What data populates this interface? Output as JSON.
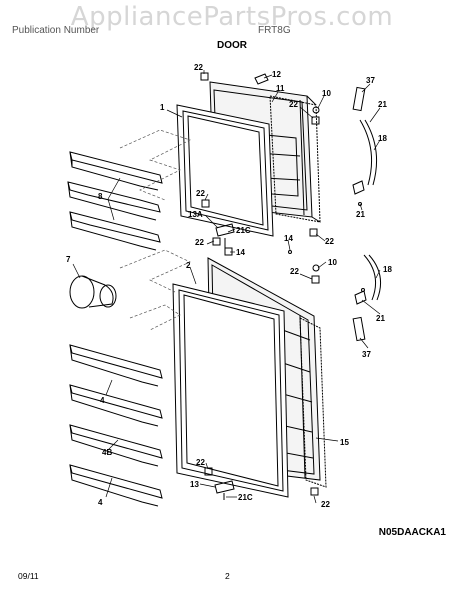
{
  "watermark": "AppliancePartsPros.com",
  "header": {
    "publication": "Publication Number",
    "model": "FRT8G"
  },
  "section_title": "DOOR",
  "callouts": [
    "22",
    "12",
    "11",
    "1",
    "22",
    "10",
    "37",
    "21",
    "18",
    "8",
    "22",
    "13A",
    "21C",
    "21",
    "14",
    "22",
    "7",
    "22",
    "14",
    "2",
    "22",
    "10",
    "18",
    "21",
    "37",
    "4",
    "4B",
    "4",
    "15",
    "22",
    "13",
    "21C",
    "22"
  ],
  "diagram_code": "N05DAACKA1",
  "footer": {
    "date": "09/11",
    "page": "2"
  }
}
